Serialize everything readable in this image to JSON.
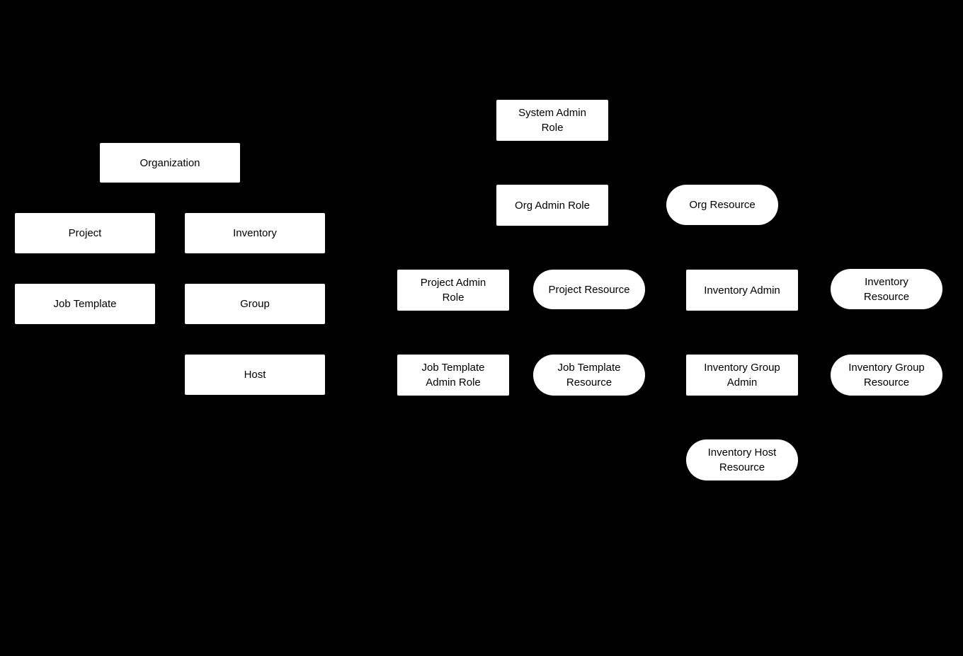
{
  "diagram": {
    "type": "hierarchy",
    "colors": {
      "background": "#000000",
      "node_fill": "#ffffff",
      "node_text": "#000000"
    },
    "nodes": {
      "organization": {
        "label": "Organization",
        "shape": "rect"
      },
      "project": {
        "label": "Project",
        "shape": "rect"
      },
      "inventory": {
        "label": "Inventory",
        "shape": "rect"
      },
      "job_template": {
        "label": "Job Template",
        "shape": "rect"
      },
      "group": {
        "label": "Group",
        "shape": "rect"
      },
      "host": {
        "label": "Host",
        "shape": "rect"
      },
      "system_admin_role": {
        "label": "System Admin Role",
        "shape": "rect"
      },
      "org_admin_role": {
        "label": "Org Admin Role",
        "shape": "rect"
      },
      "org_resource": {
        "label": "Org Resource",
        "shape": "pill"
      },
      "project_admin_role": {
        "label": "Project Admin Role",
        "shape": "rect"
      },
      "project_resource": {
        "label": "Project Resource",
        "shape": "pill"
      },
      "inventory_admin": {
        "label": "Inventory Admin",
        "shape": "rect"
      },
      "inventory_resource": {
        "label": "Inventory Resource",
        "shape": "pill"
      },
      "job_template_admin_role": {
        "label": "Job Template Admin Role",
        "shape": "rect"
      },
      "job_template_resource": {
        "label": "Job Template Resource",
        "shape": "pill"
      },
      "inventory_group_admin": {
        "label": "Inventory Group Admin",
        "shape": "rect"
      },
      "inventory_group_resource": {
        "label": "Inventory Group Resource",
        "shape": "pill"
      },
      "inventory_host_resource": {
        "label": "Inventory Host Resource",
        "shape": "pill"
      }
    }
  }
}
